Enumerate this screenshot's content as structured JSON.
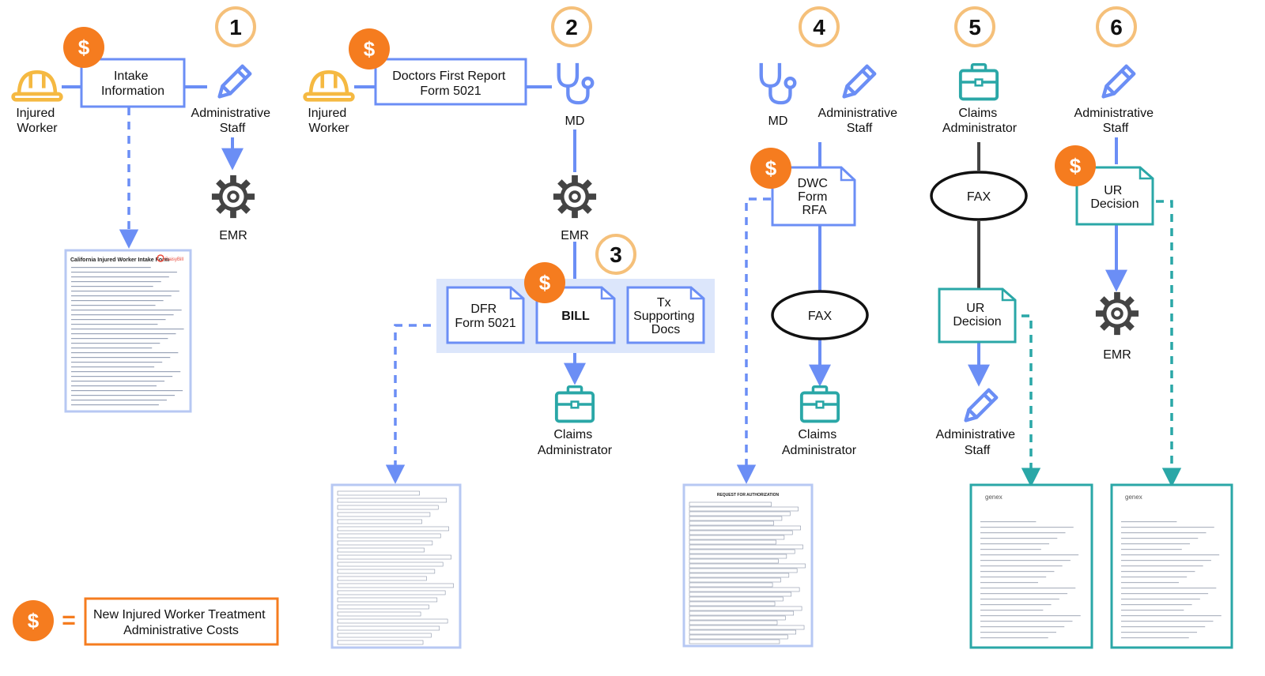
{
  "colors": {
    "blue": "#6b8ef5",
    "blue_light": "#dce6fb",
    "teal": "#2aa7a7",
    "orange": "#f57c1f",
    "step_ring": "#f5c07a",
    "helmet": "#f5b942",
    "gray": "#444444"
  },
  "icons": {
    "worker": "hard-hat-icon",
    "staff": "pencil-icon",
    "md": "stethoscope-icon",
    "emr": "gear-icon",
    "claims": "briefcase-icon",
    "cost": "dollar-icon",
    "document": "form-document-icon"
  },
  "steps": [
    "1",
    "2",
    "3",
    "4",
    "5",
    "6"
  ],
  "labels": {
    "injured_worker": [
      "Injured",
      "Worker"
    ],
    "administrative_staff": [
      "Administrative",
      "Staff"
    ],
    "md": "MD",
    "emr": "EMR",
    "claims_administrator": [
      "Claims",
      "Administrator"
    ],
    "fax": "FAX",
    "dollar": "$"
  },
  "boxes": {
    "intake": [
      "Intake",
      "Information"
    ],
    "dfr_report": [
      "Doctors First Report",
      "Form 5021"
    ],
    "dfr_form": [
      "DFR",
      "Form 5021"
    ],
    "bill": "BILL",
    "tx_docs": [
      "Tx",
      "Supporting",
      "Docs"
    ],
    "dwc_rfa": [
      "DWC",
      "Form",
      "RFA"
    ],
    "ur_decision": [
      "UR",
      "Decision"
    ]
  },
  "documents": {
    "intake_form_title": "California Injured Worker Intake Form",
    "intake_form_logo": "DaisyBill",
    "rfa_title": "REQUEST FOR AUTHORIZATION",
    "ur_logo": "genex"
  },
  "legend": {
    "symbol": "$",
    "equals": "=",
    "text": [
      "New Injured Worker Treatment",
      "Administrative Costs"
    ]
  }
}
